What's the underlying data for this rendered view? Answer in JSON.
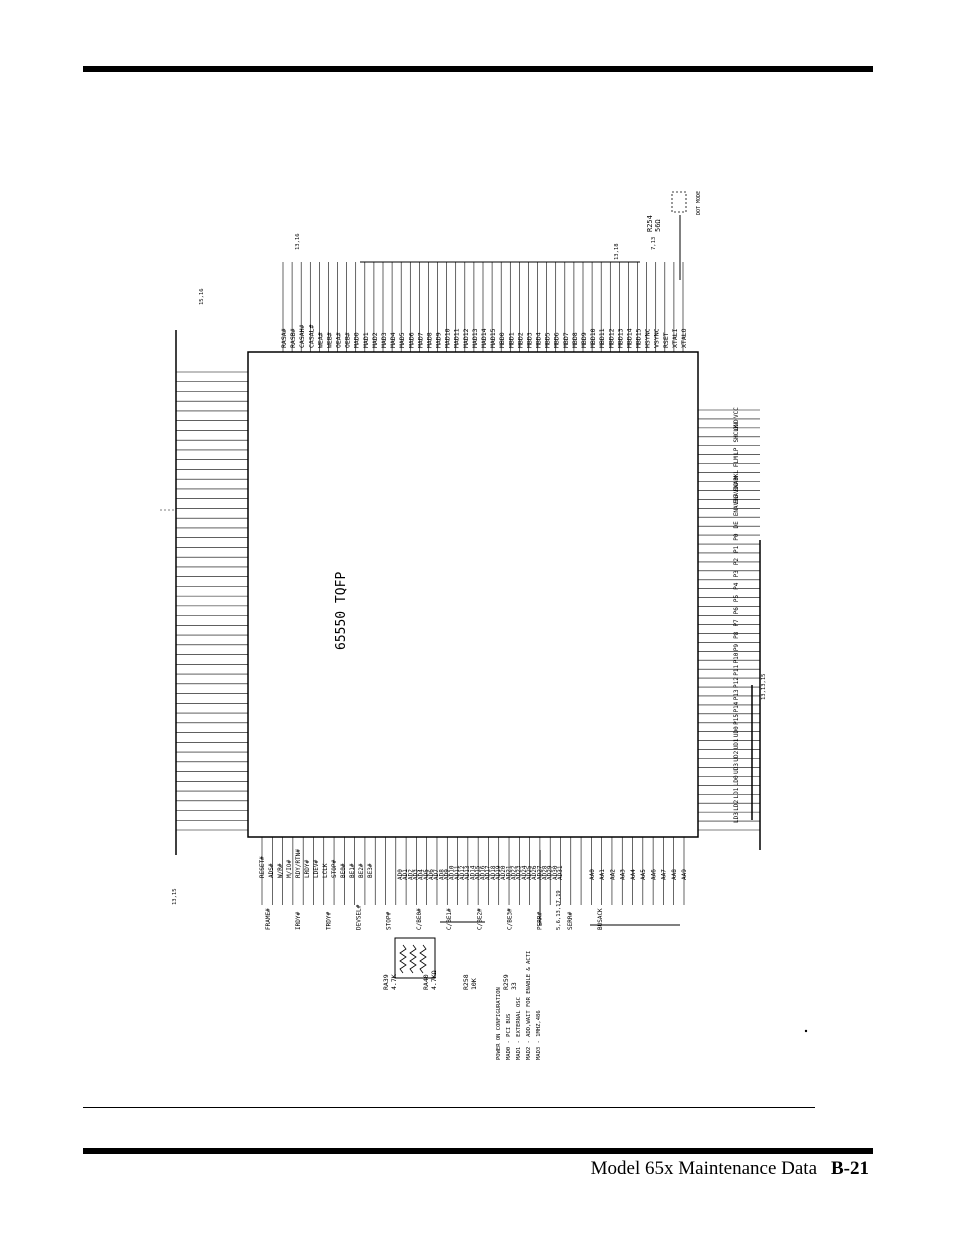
{
  "footer": {
    "title": "Model 65x Maintenance Data",
    "page": "B-21"
  },
  "schematic": {
    "chip_label": "65550 TQFP",
    "left_pins": [
      "RESET#",
      "ADS#",
      "W/R#",
      "M/IO#",
      "RDY/RTN#",
      "LRDY#",
      "LDEV#",
      "LCLK",
      "STOP#",
      "BE0#",
      "BE1#",
      "BE2#",
      "BE3#"
    ],
    "right_pins": [
      "AA0",
      "AA1",
      "AA2",
      "AA3",
      "AA4",
      "AA5",
      "AA6",
      "AA7",
      "AA8",
      "AA9"
    ],
    "top_pins": [
      "RASA#",
      "RASB#",
      "CASAH#",
      "CASAL#",
      "WEA#",
      "WEB#",
      "OEA#",
      "OEB#",
      "MAD0",
      "MAD1",
      "MAD2",
      "MAD3",
      "MAD4",
      "MAD5",
      "MAD6",
      "MAD7",
      "MAD8",
      "MAD9",
      "MAD10",
      "MAD11",
      "MAD12",
      "MAD13",
      "MAD14",
      "MAD15",
      "MBD0",
      "MBD1",
      "MBD2",
      "MBD3",
      "MBD4",
      "MBD5",
      "MBD6",
      "MBD7",
      "MBD8",
      "MBD9",
      "MBD10",
      "MBD11",
      "MBD12",
      "MBD13",
      "MBD14",
      "MBD15",
      "HSYNC",
      "VSYNC",
      "RSET",
      "XTALI",
      "XTALO"
    ],
    "bottom_pins": [
      "AD0",
      "AD1",
      "AD2",
      "AD3",
      "AD4",
      "AD5",
      "AD6",
      "AD7",
      "AD8",
      "AD9",
      "AD10",
      "AD11",
      "AD12",
      "AD13",
      "AD14",
      "AD15",
      "AD16",
      "AD17",
      "AD18",
      "AD19",
      "AD20",
      "AD21",
      "AD22",
      "AD23",
      "AD24",
      "AD25",
      "AD26",
      "AD27",
      "AD28",
      "AD29",
      "AD30",
      "AD31"
    ],
    "lower_signals": [
      "FRAME#",
      "IRDY#",
      "TRDY#",
      "DEVSEL#",
      "STOP#",
      "C/BE0#",
      "C/BE1#",
      "C/BE2#",
      "C/BE3#",
      "PERR#",
      "SERR#",
      "BUSACK"
    ],
    "resistor_labels": [
      "RA39",
      "RA40",
      "R258",
      "R259"
    ],
    "resistor_values": [
      "4.7K",
      "4.7KΩ",
      "10K",
      "33"
    ],
    "config_notes": [
      "POWER ON CONFIGURATION",
      "MAD0 - PCI BUS",
      "MAD1 - EXTERNAL OSC",
      "MAD2 - ADD,WAIT FOR ENABLE & ACTI",
      "MAD3 - 1MHZ,486"
    ],
    "cross_refs": [
      "13,15",
      "13,16",
      "7,13",
      "13,18",
      "5,6,13,17,19",
      "15,16",
      "13,13,15"
    ],
    "top_right_labels": [
      "R254",
      "56Ω",
      "DOT MODE"
    ],
    "right_side_signals": [
      "VCC",
      "GND",
      "SHCLK",
      "LP",
      "FLM",
      "M",
      "ENABKL",
      "ENAVDD",
      "ENAVEE",
      "DE",
      "P0",
      "P1",
      "P2",
      "P3",
      "P4",
      "P5",
      "P6",
      "P7",
      "P8",
      "P9",
      "P10",
      "P11",
      "P12",
      "P13",
      "P14",
      "P15",
      "UD0",
      "UD1",
      "UD2",
      "UD3",
      "LD0",
      "LD1",
      "LD2",
      "LD3"
    ]
  }
}
